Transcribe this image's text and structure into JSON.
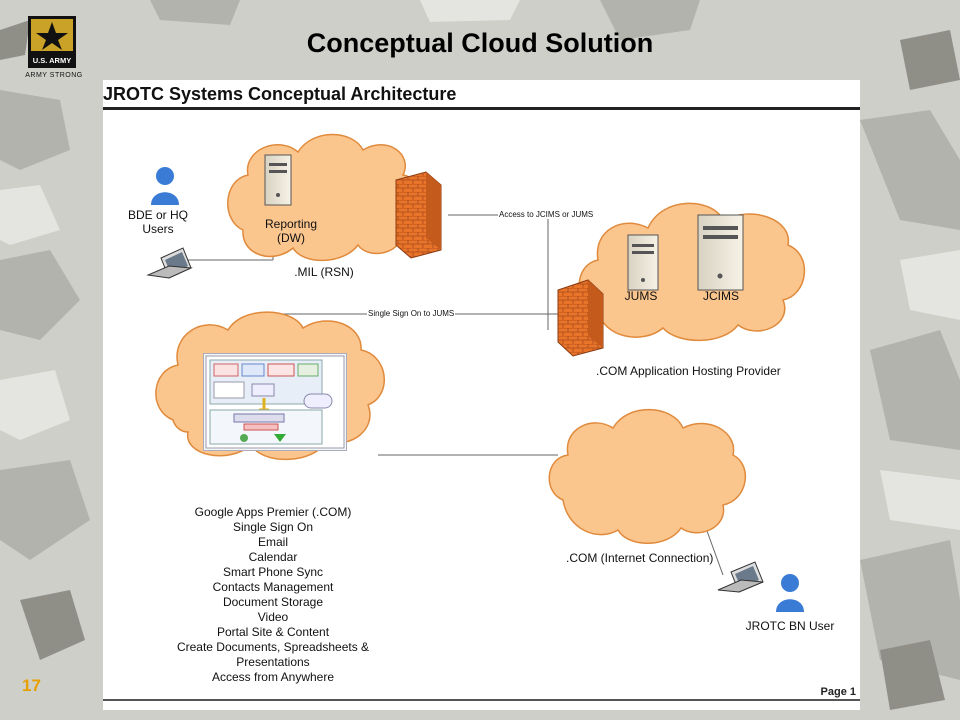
{
  "slide": {
    "title": "Conceptual Cloud Solution",
    "logo_text": "U.S. ARMY",
    "tagline": "ARMY STRONG",
    "page_number": "17"
  },
  "diagram": {
    "title": "JROTC Systems Conceptual Architecture",
    "page_label": "Page 1",
    "nodes": {
      "users_label": "BDE or HQ\nUsers",
      "reporting_label": "Reporting\n(DW)",
      "mil_cloud_label": ".MIL (RSN)",
      "jums_label": "JUMS",
      "jcims_label": "JCIMS",
      "com_hosting_label": ".COM Application Hosting Provider",
      "internet_label": ".COM (Internet Connection)",
      "bn_user_label": "JROTC BN User"
    },
    "connections": {
      "access_label": "Access to JCIMS or JUMS",
      "sso_label": "Single Sign On to JUMS"
    },
    "google_features": [
      "Google Apps Premier (.COM)",
      "Single Sign On",
      "Email",
      "Calendar",
      "Smart Phone Sync",
      "Contacts Management",
      "Document Storage",
      "Video",
      "Portal Site & Content",
      "Create Documents, Spreadsheets &",
      "Presentations",
      "Access from Anywhere"
    ]
  },
  "colors": {
    "cloud_fill": "#fbc58e",
    "cloud_stroke": "#e08a3c",
    "firewall": "#e8742a",
    "user_icon": "#3a7bd5",
    "page_number": "#e8a000"
  },
  "icons": [
    "army-star-logo",
    "user-icon",
    "laptop-icon",
    "server-icon",
    "firewall-icon"
  ]
}
